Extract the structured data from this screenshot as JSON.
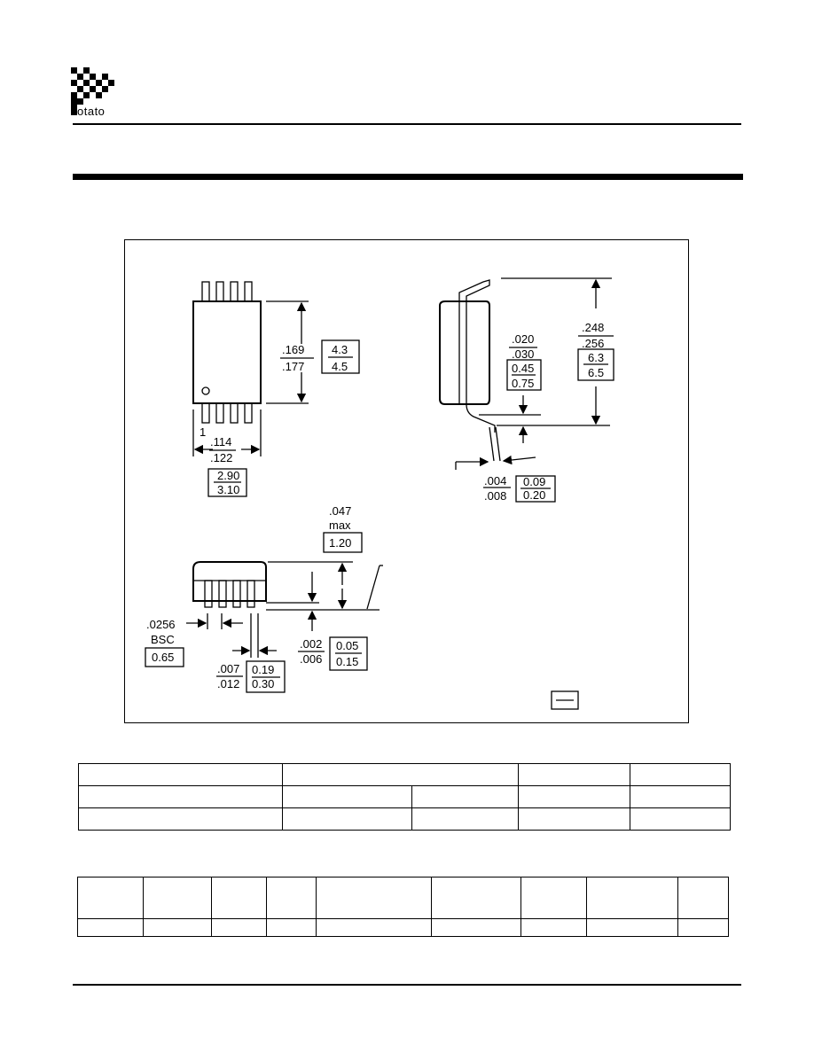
{
  "header": {
    "logo_text": "otato",
    "logo_icon": "checkered-p-logo"
  },
  "drawing": {
    "top_view": {
      "pin1_label": "1",
      "height_in": [
        ".169",
        ".177"
      ],
      "height_mm": [
        "4.3",
        "4.5"
      ],
      "width_in": [
        ".114",
        ".122"
      ],
      "width_mm": [
        "2.90",
        "3.10"
      ]
    },
    "side_view": {
      "overall_width_in": [
        ".248",
        ".256"
      ],
      "overall_width_mm": [
        "6.3",
        "6.5"
      ],
      "lead_length_in": [
        ".020",
        ".030"
      ],
      "lead_length_mm": [
        "0.45",
        "0.75"
      ],
      "lead_thickness_in": [
        ".004",
        ".008"
      ],
      "lead_thickness_mm": [
        "0.09",
        "0.20"
      ]
    },
    "front_view": {
      "height_in": [
        ".047",
        "max"
      ],
      "height_mm": "1.20",
      "pitch_in": [
        ".0256",
        "BSC"
      ],
      "pitch_mm": "0.65",
      "standoff_in": [
        ".002",
        ".006"
      ],
      "standoff_mm": [
        "0.05",
        "0.15"
      ],
      "lead_width_in": [
        ".007",
        ".012"
      ],
      "lead_width_mm": [
        "0.19",
        "0.30"
      ]
    }
  },
  "table1": {
    "rows": [
      [
        "",
        "",
        "",
        ""
      ],
      [
        "",
        "",
        "",
        "",
        ""
      ],
      [
        "",
        "",
        "",
        "",
        ""
      ]
    ]
  },
  "table2": {
    "rows": [
      [
        "",
        "",
        "",
        "",
        "",
        "",
        "",
        "",
        ""
      ],
      [
        "",
        "",
        "",
        "",
        "",
        "",
        "",
        "",
        ""
      ]
    ]
  }
}
